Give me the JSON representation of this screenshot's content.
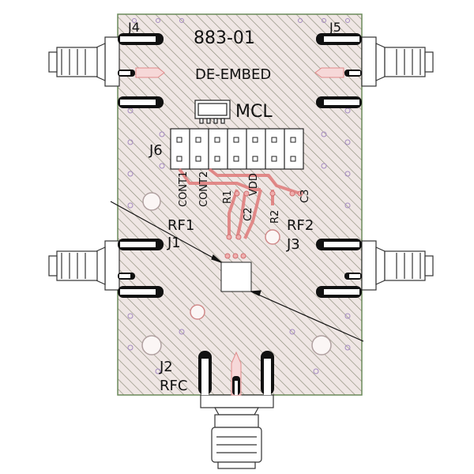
{
  "board": {
    "part_number": "883-01",
    "subtitle": "DE-EMBED",
    "manufacturer_mark": "MCL",
    "colors": {
      "board_fill": "#eee4e2",
      "hatch": "#8a8a78",
      "outline": "#222222",
      "trace": "#e07a7a",
      "via": "#a48ac0",
      "pad_slot": "#111111"
    }
  },
  "connectors": {
    "j4": {
      "designator": "J4"
    },
    "j5": {
      "designator": "J5"
    },
    "j1": {
      "designator": "J1",
      "port": "RF1"
    },
    "j3": {
      "designator": "J3",
      "port": "RF2"
    },
    "j2": {
      "designator": "J2",
      "port": "RFC"
    },
    "j6": {
      "designator": "J6"
    }
  },
  "components": {
    "cont1": "CONT1",
    "cont2": "CONT2",
    "r1": "R1",
    "c2": "C2",
    "vdd": "VDD",
    "r2": "R2",
    "c3": "C3"
  },
  "header": {
    "rows": 2,
    "columns": 7
  }
}
